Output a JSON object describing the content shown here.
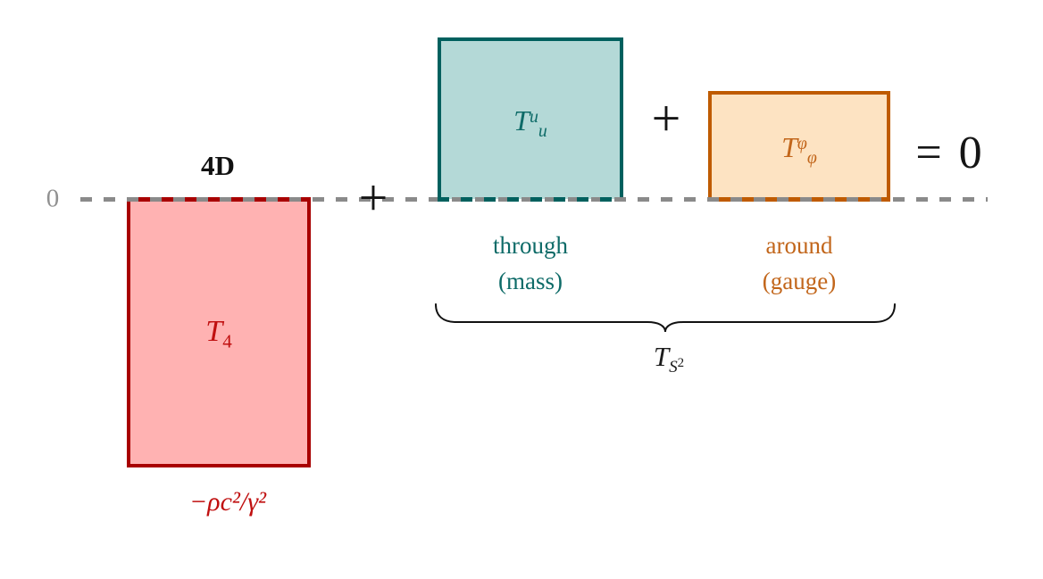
{
  "axis": {
    "zero_label": "0",
    "line_color": "#8a8a8a"
  },
  "heading": {
    "label": "4D"
  },
  "operators": {
    "plus_1": "+",
    "plus_2": "+",
    "equals_zero": "= 0"
  },
  "bars": {
    "t4": {
      "name": "T_4",
      "label_base": "T",
      "label_sub": "4",
      "value_label": "−ρc²/γ²",
      "direction": "below-zero",
      "fill": "#ffb2b2",
      "border": "#a80000",
      "text_color": "#c01010"
    },
    "tu": {
      "name": "T^u_u",
      "label_base": "T",
      "label_sup": "u",
      "label_sub": "u",
      "caption_line1": "through",
      "caption_line2": "(mass)",
      "direction": "above-zero",
      "fill": "#b4d9d7",
      "border": "#00605e",
      "text_color": "#0e6b68"
    },
    "tphi": {
      "name": "T^φ_φ",
      "label_base": "T",
      "label_sup": "φ",
      "label_sub": "φ",
      "caption_line1": "around",
      "caption_line2": "(gauge)",
      "direction": "above-zero",
      "fill": "#fde3c2",
      "border": "#bf5b00",
      "text_color": "#c2661b"
    }
  },
  "brace": {
    "label_base": "T",
    "label_sub": "S",
    "label_sub_sup": "2"
  },
  "chart_data": {
    "type": "bar",
    "categories": [
      "T_4",
      "T^u_u",
      "T^φ_φ"
    ],
    "values": [
      -1.0,
      0.6,
      0.4
    ],
    "baseline": 0,
    "title": "T_4 + T^u_u + T^φ_φ = 0",
    "annotations": [
      "T_4 = −ρc²/γ² (4D, below zero)",
      "T^u_u: through (mass)",
      "T^φ_φ: around (gauge)",
      "T^u_u + T^φ_φ = T_{S²}"
    ]
  }
}
